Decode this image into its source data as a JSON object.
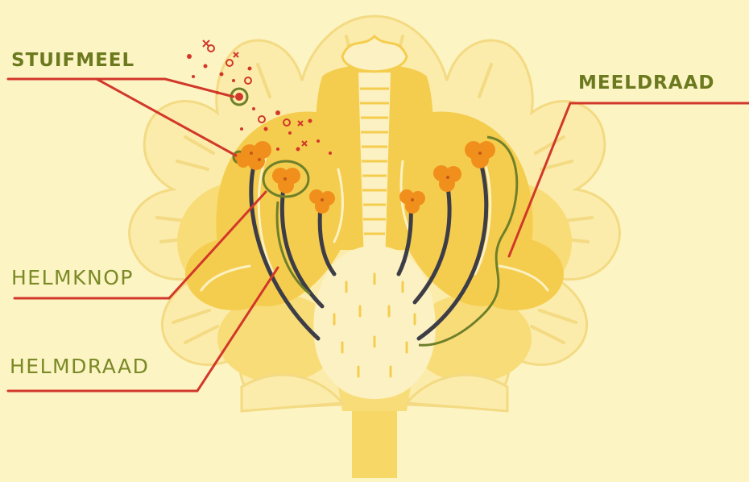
{
  "labels": {
    "stuifmeel": "STUIFMEEL",
    "meeldraad": "MEELDRAAD",
    "helmknop": "HELMKNOP",
    "helmdraad": "HELMDRAAD"
  },
  "colors": {
    "background": "#fdf4c4",
    "outer_petal_fill": "#fbecab",
    "outer_petal_line": "#f3da83",
    "inner_petal": "#f5cd4e",
    "mid_petal": "#f8dc78",
    "pistil": "#fcf1c2",
    "anther": "#f18f1c",
    "filament": "#3d3d47",
    "highlight_green": "#6f7f2a",
    "pointer_red": "#d1382a",
    "label_bold": "#6b7a1e",
    "label_thin": "#7a8a26"
  }
}
